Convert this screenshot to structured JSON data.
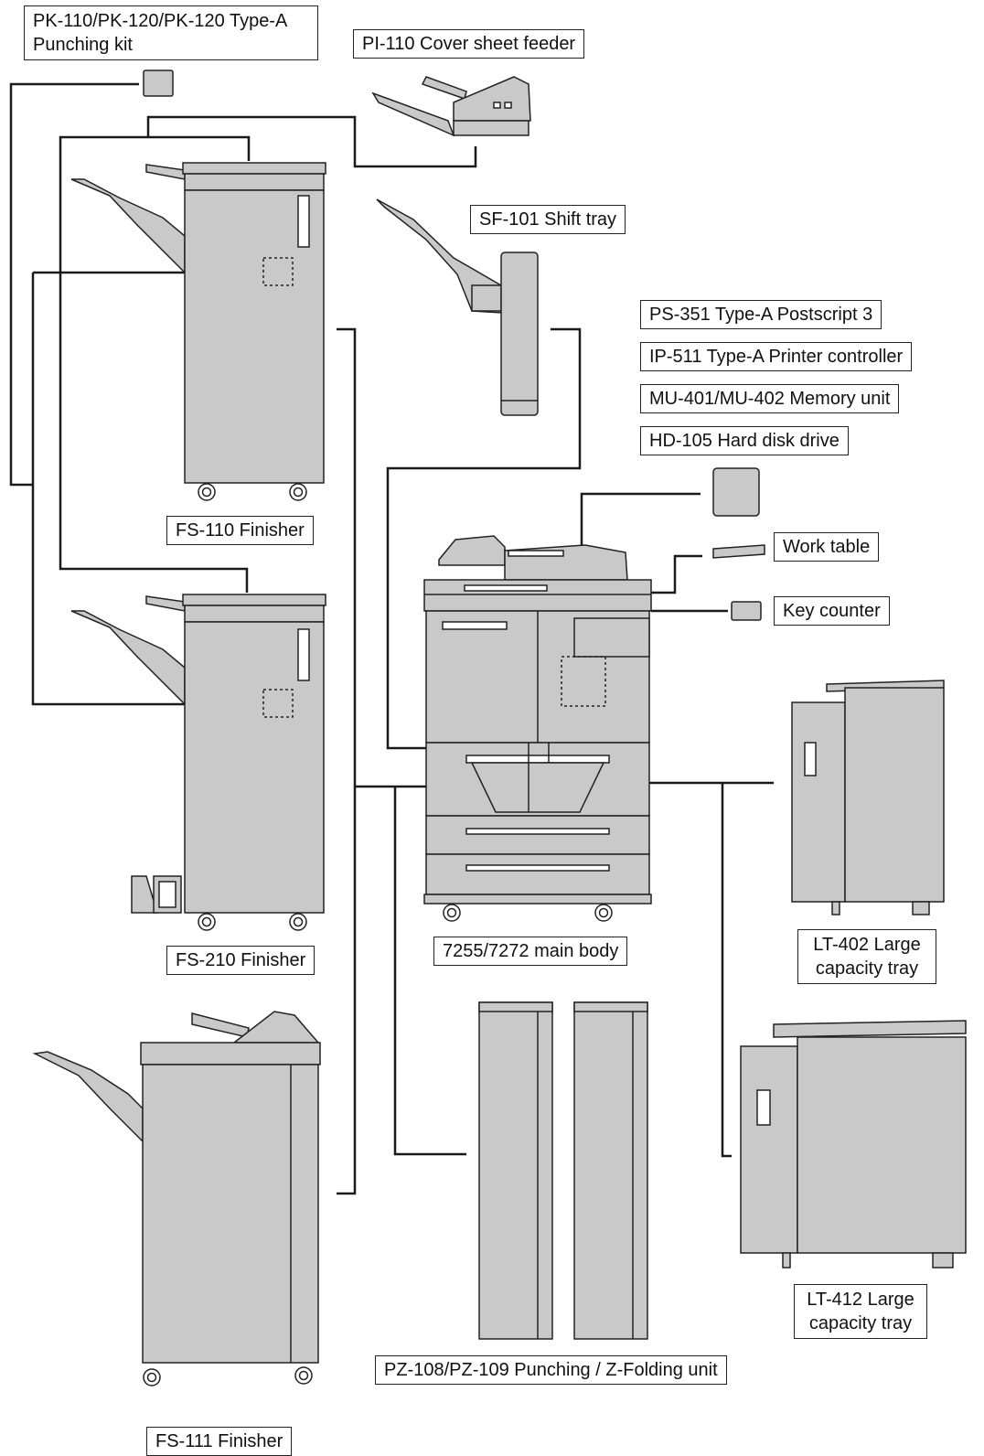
{
  "labels": {
    "punching_kit": "PK-110/PK-120/PK-120 Type-A Punching kit",
    "cover_sheet_feeder": "PI-110 Cover sheet feeder",
    "shift_tray": "SF-101 Shift tray",
    "postscript": "PS-351 Type-A Postscript 3",
    "printer_controller": "IP-511 Type-A Printer controller",
    "memory_unit": "MU-401/MU-402 Memory unit",
    "hard_disk": "HD-105 Hard disk drive",
    "work_table": "Work table",
    "key_counter": "Key counter",
    "fs110": "FS-110 Finisher",
    "fs210": "FS-210 Finisher",
    "fs111": "FS-111 Finisher",
    "main_body": "7255/7272 main body",
    "lt402": "LT-402 Large capacity tray",
    "lt412": "LT-412 Large capacity tray",
    "pz": "PZ-108/PZ-109 Punching / Z-Folding unit"
  },
  "colors": {
    "body_fill": "#c9c9c9",
    "line": "#1a1a1a"
  }
}
